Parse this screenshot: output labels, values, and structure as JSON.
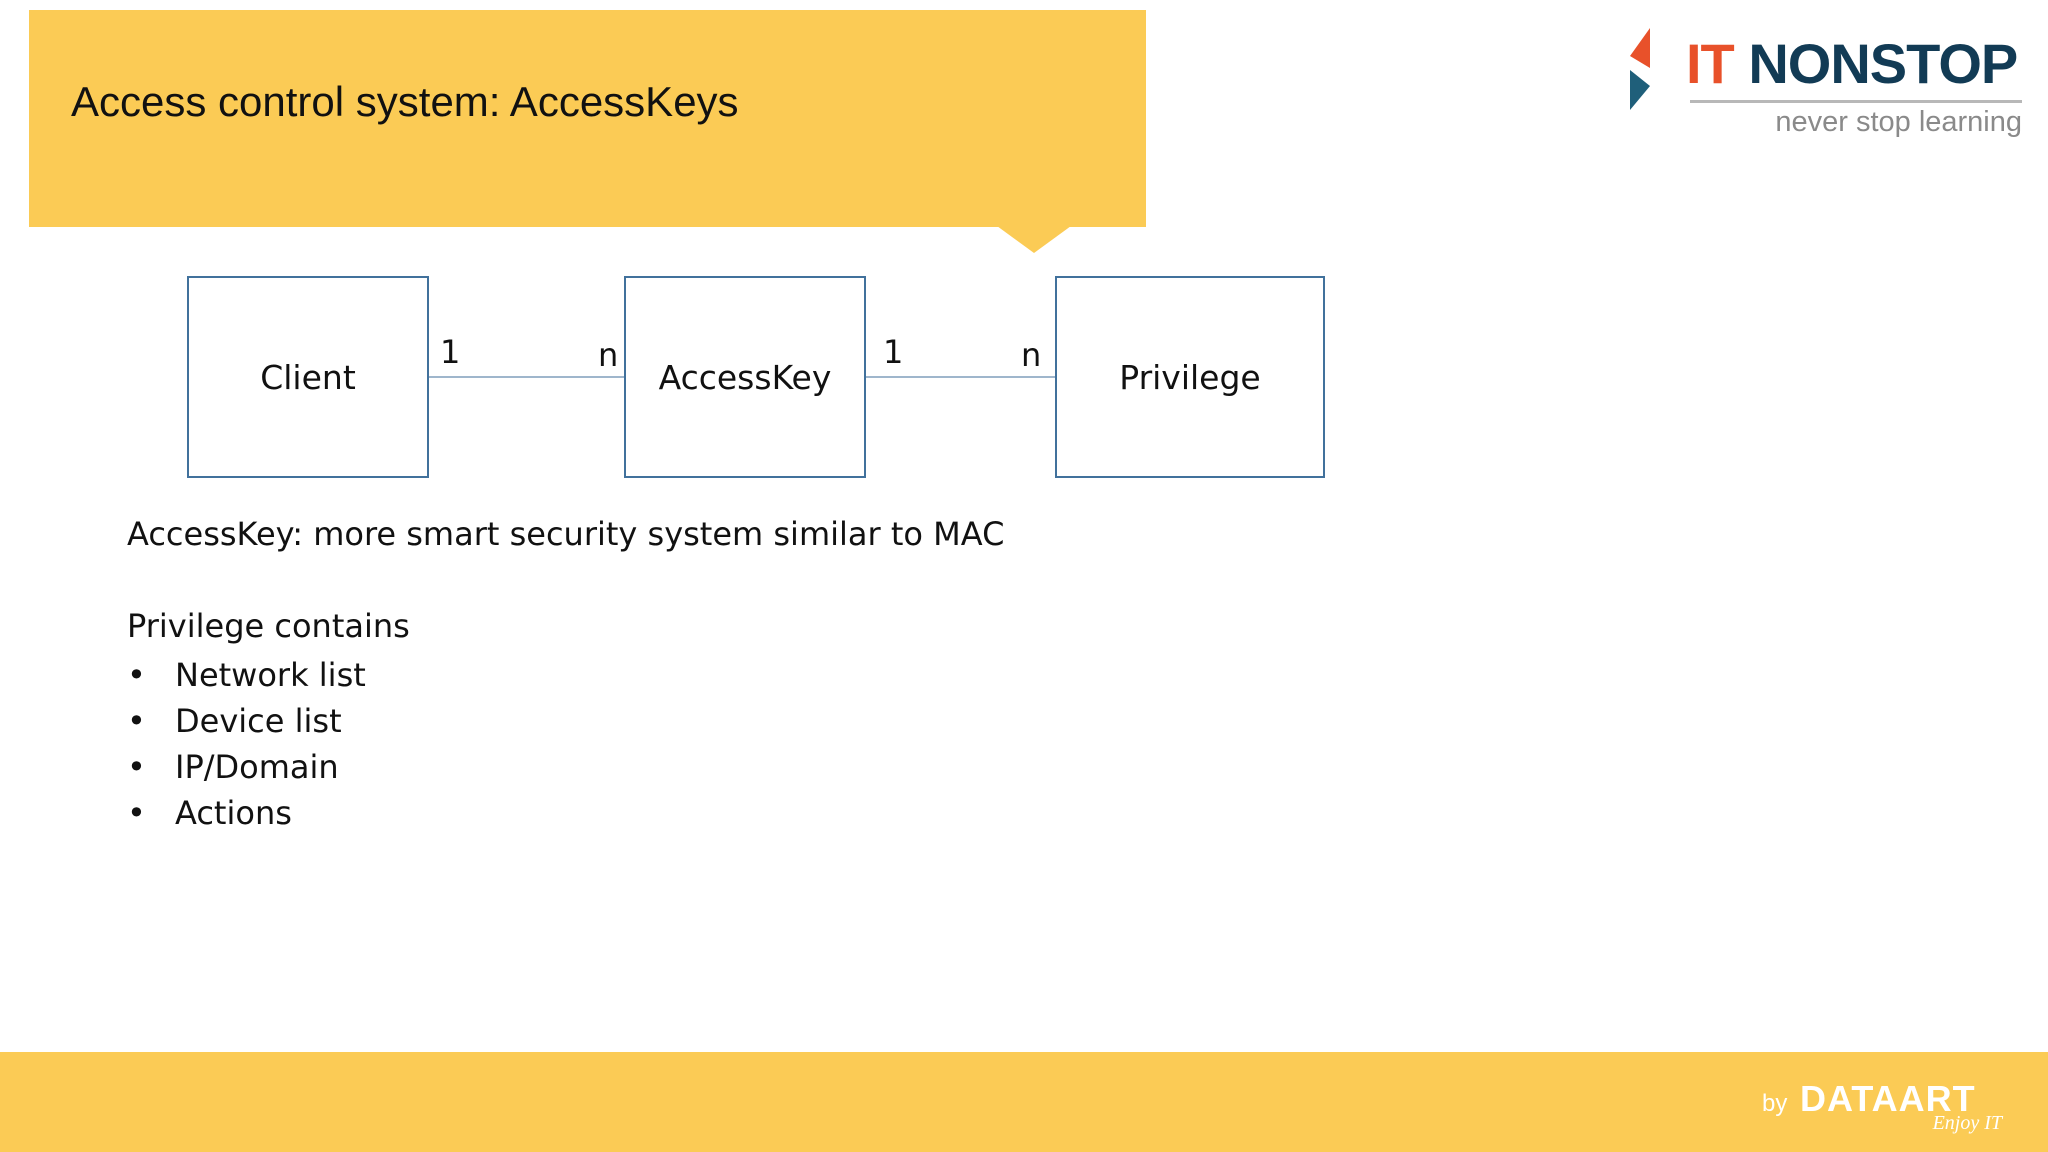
{
  "slide": {
    "title": "Access control system: AccessKeys"
  },
  "logo": {
    "it": "IT",
    "nonstop": "NONSTOP",
    "tagline": "never stop learning",
    "colors": {
      "it": "#e8512a",
      "nonstop": "#123b55",
      "accent": "#e8512a",
      "accent_dark": "#1f5f7a"
    }
  },
  "diagram": {
    "entities": [
      "Client",
      "AccessKey",
      "Privilege"
    ],
    "relations": [
      {
        "from": "Client",
        "to": "AccessKey",
        "from_card": "1",
        "to_card": "n"
      },
      {
        "from": "AccessKey",
        "to": "Privilege",
        "from_card": "1",
        "to_card": "n"
      }
    ]
  },
  "content": {
    "note": "AccessKey: more smart security system similar to MAC",
    "list_intro": "Privilege contains",
    "bullets": [
      "Network list",
      "Device list",
      "IP/Domain",
      "Actions"
    ],
    "bullet_glyph": "•"
  },
  "footer": {
    "by": "by",
    "brand": "DATAART",
    "slogan": "Enjoy IT"
  },
  "colors": {
    "banner": "#fbcb55",
    "entity_border": "#41719c",
    "connector": "#9fb6cc"
  }
}
